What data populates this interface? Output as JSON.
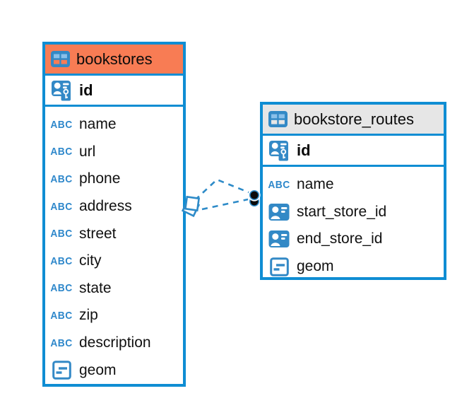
{
  "diagram": {
    "type": "entity-relationship",
    "tables": [
      {
        "name": "bookstores",
        "header_color": "#f87c54",
        "primary_key": {
          "name": "id",
          "type": "primary-key"
        },
        "columns": [
          {
            "name": "name",
            "type": "text"
          },
          {
            "name": "url",
            "type": "text"
          },
          {
            "name": "phone",
            "type": "text"
          },
          {
            "name": "address",
            "type": "text"
          },
          {
            "name": "street",
            "type": "text"
          },
          {
            "name": "city",
            "type": "text"
          },
          {
            "name": "state",
            "type": "text"
          },
          {
            "name": "zip",
            "type": "text"
          },
          {
            "name": "description",
            "type": "text"
          },
          {
            "name": "geom",
            "type": "geometry"
          }
        ]
      },
      {
        "name": "bookstore_routes",
        "header_color": "#e6e6e6",
        "primary_key": {
          "name": "id",
          "type": "primary-key"
        },
        "columns": [
          {
            "name": "name",
            "type": "text"
          },
          {
            "name": "start_store_id",
            "type": "reference"
          },
          {
            "name": "end_store_id",
            "type": "reference"
          },
          {
            "name": "geom",
            "type": "geometry"
          }
        ]
      }
    ],
    "relationships": [
      {
        "from_table": "bookstores",
        "from_column": "id",
        "to_table": "bookstore_routes",
        "to_column": "start_store_id",
        "line_style": "dashed",
        "from_marker": "diamond",
        "to_marker": "dot"
      },
      {
        "from_table": "bookstores",
        "from_column": "id",
        "to_table": "bookstore_routes",
        "to_column": "end_store_id",
        "line_style": "dashed",
        "from_marker": "diamond",
        "to_marker": "dot"
      }
    ],
    "icon_labels": {
      "text": "ABC"
    },
    "colors": {
      "table_border": "#0f8dd3",
      "bookstores_header": "#f87c54",
      "routes_header": "#e6e6e6",
      "icon_blue": "#3389c6",
      "type_text_blue": "#2f88cb",
      "relationship_blue": "#2e8bc8",
      "text": "#0b0b0b",
      "background": "#ffffff"
    }
  }
}
